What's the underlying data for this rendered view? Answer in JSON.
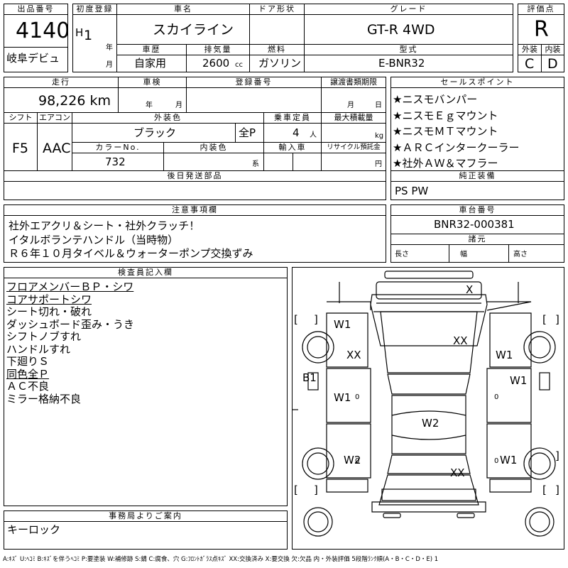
{
  "header": {
    "lot_label": "出品番号",
    "lot_number": "4140",
    "debut_label": "岐阜デビュ",
    "first_reg_label": "初度登録",
    "era_mark": "H",
    "era_year": "1",
    "year_unit": "年",
    "month_unit": "月",
    "name_label": "車名",
    "name_value": "スカイライン",
    "door_label": "ドア形状",
    "door_value": "",
    "grade_label": "グレード",
    "grade_value": "GT-R 4WD",
    "score_label": "評価点",
    "score_value": "R",
    "history_label": "車歴",
    "history_value": "自家用",
    "displacement_label": "排気量",
    "displacement_value": "2600",
    "displacement_unit": "cc",
    "fuel_label": "燃料",
    "fuel_value": "ガソリン",
    "model_label": "型式",
    "model_value": "E-BNR32",
    "exterior_label": "外装",
    "exterior_value": "C",
    "interior_label": "内装",
    "interior_value": "D"
  },
  "row2": {
    "mileage_label": "走行",
    "mileage_value": "98,226 km",
    "inspection_label": "車検",
    "inspection_year_unit": "年",
    "inspection_month_unit": "月",
    "registration_label": "登録番号",
    "registration_value": "",
    "transfer_label": "譲渡書類期限",
    "transfer_month_unit": "月",
    "transfer_day_unit": "日",
    "shift_label": "シフト",
    "shift_value": "F5",
    "ac_label": "エアコン",
    "ac_value": "AAC",
    "color_label": "外装色",
    "color_value": "ブラック",
    "paint_value": "全P",
    "capacity_label": "乗車定員",
    "capacity_value": "4",
    "capacity_unit": "人",
    "load_label": "最大積載量",
    "load_unit": "kg",
    "color_no_label": "カラーNo.",
    "color_no_value": "732",
    "interior_color_label": "内装色",
    "interior_color_suffix": "系",
    "import_label": "輸入車",
    "recycle_label": "リサイクル預託金",
    "recycle_unit": "円",
    "later_parts_label": "後日発送部品"
  },
  "sales_points": {
    "label": "セールスポイント",
    "items": [
      "★ニスモバンパー",
      "★ニスモＥｇマウント",
      "★ニスモＭＴマウント",
      "★ＡＲＣインタークーラー",
      "★社外ＡＷ＆マフラー"
    ]
  },
  "equipment": {
    "label": "純正装備",
    "value": "PS PW"
  },
  "notes": {
    "label": "注意事項欄",
    "lines": [
      "社外エアクリ＆シート・社外クラッチ！",
      "イタルボランテハンドル（当時物）",
      "Ｒ６年１０月タイベル＆ウォーターポンプ交換ずみ"
    ]
  },
  "chassis": {
    "label": "車台番号",
    "value": "BNR32-000381",
    "dims_label": "諸元",
    "length_label": "長さ",
    "width_label": "幅",
    "height_label": "高さ"
  },
  "inspector": {
    "label": "検査員記入欄",
    "items": [
      {
        "text": "フロアメンバーＢＰ・シワ",
        "underline": true
      },
      {
        "text": "コアサポートシワ",
        "underline": true
      },
      {
        "text": "シート切れ・破れ",
        "underline": false
      },
      {
        "text": "ダッシュボード歪み・うき",
        "underline": false
      },
      {
        "text": "シフトノブすれ",
        "underline": false
      },
      {
        "text": "ハンドルすれ",
        "underline": false
      },
      {
        "text": "下廻りＳ",
        "underline": false
      },
      {
        "text": "同色全Ｐ",
        "underline": true
      },
      {
        "text": "ＡＣ不良",
        "underline": false
      },
      {
        "text": "ミラー格納不良",
        "underline": false
      }
    ]
  },
  "diagram": {
    "marks": {
      "front_x": "X",
      "hood_xx": "XX",
      "left_front_fender": "W1",
      "left_front_fender_zone": "XX",
      "right_front_fender": "W1",
      "b1": "B1",
      "left_front_door": "W1",
      "left_door_zero_1": "0",
      "right_front_door": "W1",
      "right_door_zero_1": "0",
      "roof": "W2",
      "left_rear_door": "W2",
      "left_door_zero_2": "0",
      "right_rear_door": "W1",
      "right_door_zero_2": "0",
      "trunk_xx": "XX",
      "bracket_open": "[",
      "bracket_close": "]"
    }
  },
  "office": {
    "label": "事務局よりご案内",
    "value": "キーロック"
  },
  "legend": "A:ｷｽﾞ U:ﾍｺﾐ B:ｷｽﾞを伴うﾍｺﾐ P:要塗装 W:補修跡 S:錆 C:腐食、穴 G:ﾌﾛﾝﾄｶﾞﾗｽ点ｷｽﾞ XX:交換済み X:要交換 欠:欠品 内・外装評価 5段階ﾗﾝｸ順(A・B・C・D・E) 1"
}
